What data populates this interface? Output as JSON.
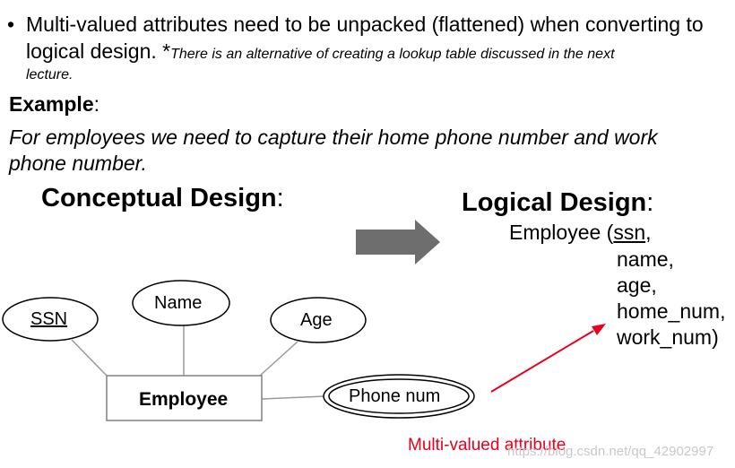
{
  "bullet": {
    "marker": "•",
    "line1": "Multi-valued attributes need to be unpacked (flattened) when converting to",
    "line2": "logical design.",
    "asterisk": "*",
    "note1": "There is an alternative of creating a lookup table discussed in the next",
    "note2": "lecture"
  },
  "example": {
    "label": "Example",
    "colon": ":",
    "line1": "For employees we need to capture their home phone number and work",
    "line2": "phone number."
  },
  "conceptual": {
    "heading": "Conceptual Design",
    "colon": ":",
    "entity": "Employee",
    "attributes": {
      "ssn": "SSN",
      "name": "Name",
      "age": "Age",
      "phone": "Phone num"
    }
  },
  "logical": {
    "heading": "Logical Design",
    "colon": ":",
    "relation": "Employee (",
    "key": "ssn",
    "key_comma": ",",
    "fields": [
      "name,",
      "age,",
      "home_num,",
      "work_num)"
    ]
  },
  "annotation": {
    "text": "Multi-valued attribute"
  },
  "watermark": "https://blog.csdn.net/qq_42902997",
  "colors": {
    "annotation": "#e8001c",
    "arrow": "#6e6e6e",
    "lines": "#9a9a9a"
  }
}
